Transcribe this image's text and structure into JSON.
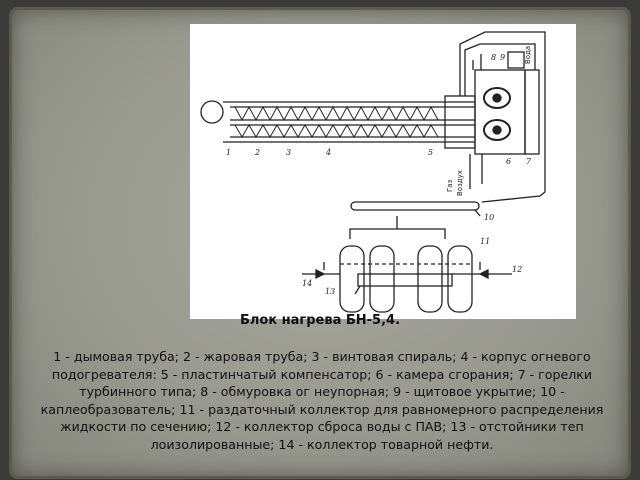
{
  "caption": {
    "title": "Блок нагрева БН-5,4.",
    "legend": "1 - дымовая труба; 2 - жаровая труба; 3 - винтовая спираль; 4 - корпус огневого подогревателя: 5 - пластинчатый компенсатор; 6 - камера сгорания; 7 - горелки турбинного типа; 8 - обмуровка ог неупорная; 9 - щитовое укрытие; 10 - каплеобразователь; 11 - раздаточный коллектор для равномерного распределения жидкости по сечению; 12 - коллектор сброса воды с ПАВ; 13 - отстойники теп лоизолированные; 14 - коллектор товарной нефти."
  },
  "diagram": {
    "labels": {
      "l1": "1",
      "l2": "2",
      "l3": "3",
      "l4": "4",
      "l5": "5",
      "l6": "6",
      "l7": "7",
      "l8": "8",
      "l9": "9",
      "l10": "10",
      "l11": "11",
      "l12": "12",
      "l13": "13",
      "l14": "14"
    },
    "side_labels": {
      "gas": "Газ",
      "air": "Воздух",
      "water": "Вода"
    }
  }
}
